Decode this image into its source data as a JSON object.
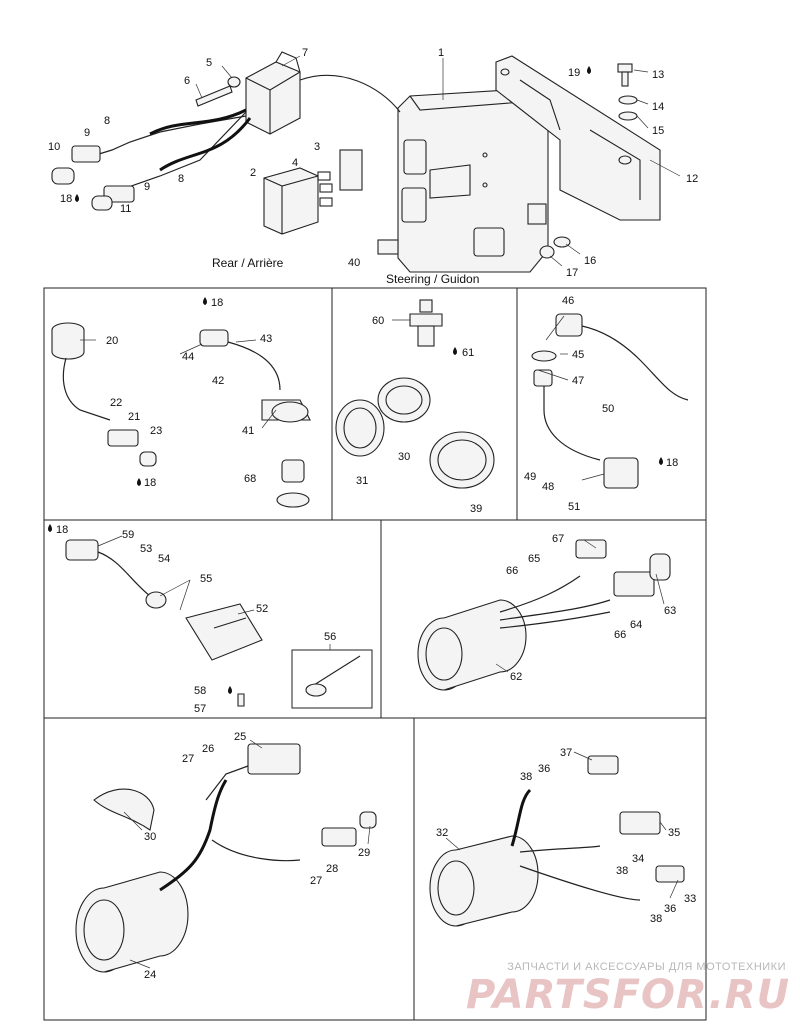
{
  "captions": {
    "rear": "Rear / Arrière",
    "steering": "Steering / Guidon"
  },
  "callouts": [
    {
      "id": "c1",
      "text": "1"
    },
    {
      "id": "c2",
      "text": "2"
    },
    {
      "id": "c3",
      "text": "3"
    },
    {
      "id": "c4",
      "text": "4"
    },
    {
      "id": "c5",
      "text": "5"
    },
    {
      "id": "c6",
      "text": "6"
    },
    {
      "id": "c7",
      "text": "7"
    },
    {
      "id": "c8a",
      "text": "8"
    },
    {
      "id": "c8b",
      "text": "8"
    },
    {
      "id": "c9a",
      "text": "9"
    },
    {
      "id": "c9b",
      "text": "9"
    },
    {
      "id": "c10",
      "text": "10"
    },
    {
      "id": "c11",
      "text": "11"
    },
    {
      "id": "c12",
      "text": "12"
    },
    {
      "id": "c13",
      "text": "13"
    },
    {
      "id": "c14",
      "text": "14"
    },
    {
      "id": "c15",
      "text": "15"
    },
    {
      "id": "c16",
      "text": "16"
    },
    {
      "id": "c17",
      "text": "17"
    },
    {
      "id": "c18a",
      "text": "18"
    },
    {
      "id": "c19",
      "text": "19"
    },
    {
      "id": "c40",
      "text": "40"
    },
    {
      "id": "c20",
      "text": "20"
    },
    {
      "id": "c21",
      "text": "21"
    },
    {
      "id": "c22",
      "text": "22"
    },
    {
      "id": "c23",
      "text": "23"
    },
    {
      "id": "c18b",
      "text": "18"
    },
    {
      "id": "c18c",
      "text": "18"
    },
    {
      "id": "c43",
      "text": "43"
    },
    {
      "id": "c44",
      "text": "44"
    },
    {
      "id": "c42",
      "text": "42"
    },
    {
      "id": "c41",
      "text": "41"
    },
    {
      "id": "c68",
      "text": "68"
    },
    {
      "id": "c60",
      "text": "60"
    },
    {
      "id": "c61",
      "text": "61"
    },
    {
      "id": "c31",
      "text": "31"
    },
    {
      "id": "c30a",
      "text": "30"
    },
    {
      "id": "c39",
      "text": "39"
    },
    {
      "id": "c46",
      "text": "46"
    },
    {
      "id": "c45",
      "text": "45"
    },
    {
      "id": "c47",
      "text": "47"
    },
    {
      "id": "c50",
      "text": "50"
    },
    {
      "id": "c18d",
      "text": "18"
    },
    {
      "id": "c49",
      "text": "49"
    },
    {
      "id": "c48",
      "text": "48"
    },
    {
      "id": "c51",
      "text": "51"
    },
    {
      "id": "c18e",
      "text": "18"
    },
    {
      "id": "c59",
      "text": "59"
    },
    {
      "id": "c53",
      "text": "53"
    },
    {
      "id": "c54",
      "text": "54"
    },
    {
      "id": "c55",
      "text": "55"
    },
    {
      "id": "c52",
      "text": "52"
    },
    {
      "id": "c56",
      "text": "56"
    },
    {
      "id": "c58",
      "text": "58"
    },
    {
      "id": "c57",
      "text": "57"
    },
    {
      "id": "c67",
      "text": "67"
    },
    {
      "id": "c65",
      "text": "65"
    },
    {
      "id": "c66a",
      "text": "66"
    },
    {
      "id": "c63",
      "text": "63"
    },
    {
      "id": "c64",
      "text": "64"
    },
    {
      "id": "c66b",
      "text": "66"
    },
    {
      "id": "c62",
      "text": "62"
    },
    {
      "id": "c25",
      "text": "25"
    },
    {
      "id": "c26",
      "text": "26"
    },
    {
      "id": "c27a",
      "text": "27"
    },
    {
      "id": "c30b",
      "text": "30"
    },
    {
      "id": "c29",
      "text": "29"
    },
    {
      "id": "c28",
      "text": "28"
    },
    {
      "id": "c27b",
      "text": "27"
    },
    {
      "id": "c24",
      "text": "24"
    },
    {
      "id": "c37",
      "text": "37"
    },
    {
      "id": "c36a",
      "text": "36"
    },
    {
      "id": "c38a",
      "text": "38"
    },
    {
      "id": "c32",
      "text": "32"
    },
    {
      "id": "c35",
      "text": "35"
    },
    {
      "id": "c34",
      "text": "34"
    },
    {
      "id": "c38b",
      "text": "38"
    },
    {
      "id": "c33",
      "text": "33"
    },
    {
      "id": "c36b",
      "text": "36"
    },
    {
      "id": "c38c",
      "text": "38"
    }
  ],
  "watermark": {
    "tagline": "ЗАПЧАСТИ И АКСЕССУАРЫ ДЛЯ МОТОТЕХНИКИ",
    "logo": "PARTSFOR.RU"
  },
  "colors": {
    "line": "#222222",
    "watermark_logo": "#e8c4c4",
    "watermark_text": "#b8b8b8"
  }
}
